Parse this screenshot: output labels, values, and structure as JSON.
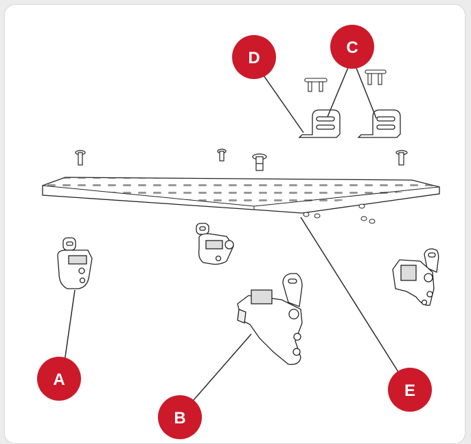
{
  "callouts": {
    "a": {
      "label": "A"
    },
    "b": {
      "label": "B"
    },
    "c": {
      "label": "C"
    },
    "d": {
      "label": "D"
    },
    "e": {
      "label": "E"
    }
  },
  "colors": {
    "callout_fill": "#cc1a2a",
    "callout_text": "#ffffff",
    "line": "#2a2a2a",
    "frame_border": "#d9d9d9",
    "background": "#ececec"
  }
}
